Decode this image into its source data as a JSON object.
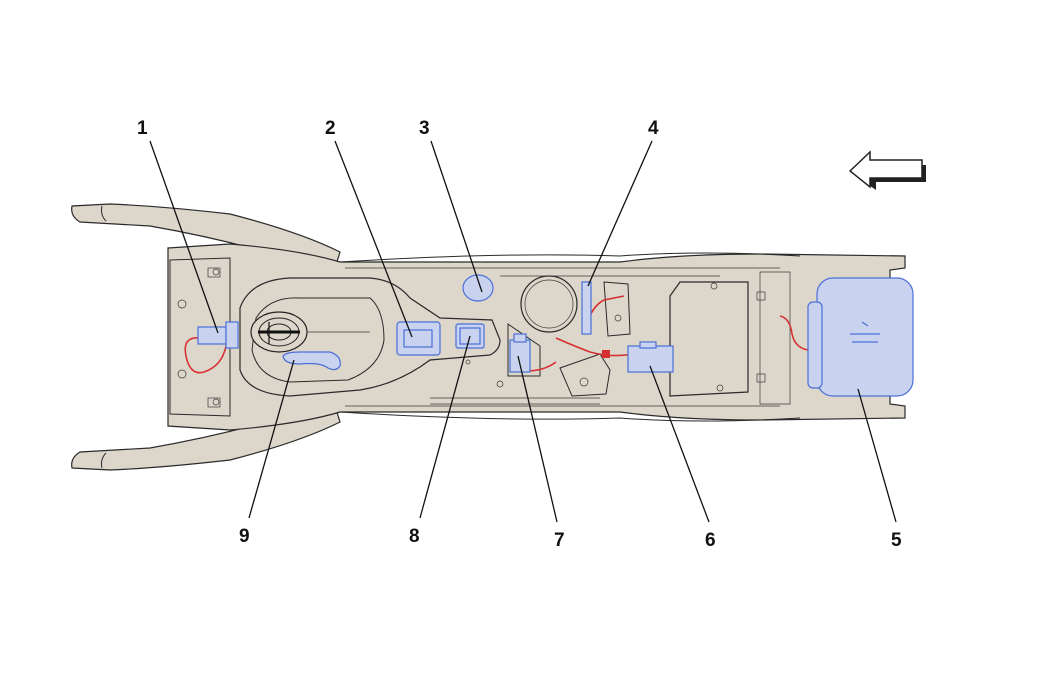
{
  "callouts": [
    {
      "id": "1",
      "label": "1"
    },
    {
      "id": "2",
      "label": "2"
    },
    {
      "id": "3",
      "label": "3"
    },
    {
      "id": "4",
      "label": "4"
    },
    {
      "id": "5",
      "label": "5"
    },
    {
      "id": "6",
      "label": "6"
    },
    {
      "id": "7",
      "label": "7"
    },
    {
      "id": "8",
      "label": "8"
    },
    {
      "id": "9",
      "label": "9"
    }
  ],
  "icons": {
    "direction_arrow": "arrow-left-icon"
  },
  "colors": {
    "console_body": "#ddd6cb",
    "outline": "#2a2a2a",
    "highlighted_part": "#4a6fd8",
    "highlighted_part_fill": "#c9d3ef",
    "wiring": "#d63030",
    "callout_text": "#111111"
  }
}
